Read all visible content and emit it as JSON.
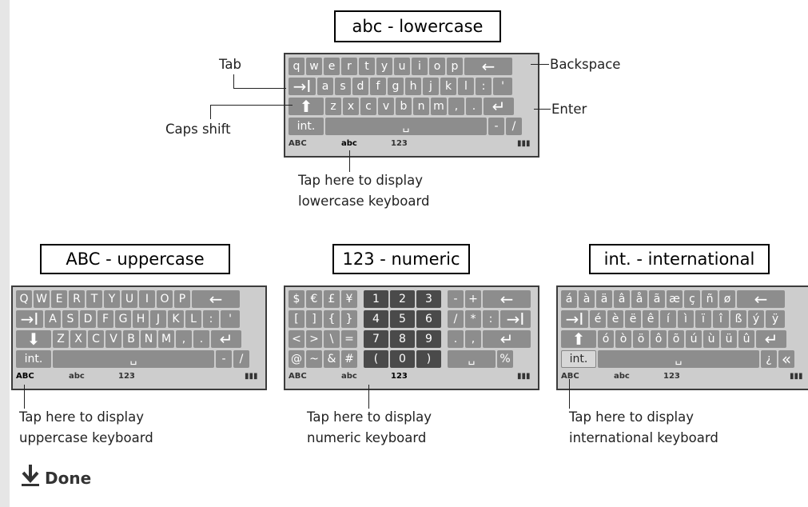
{
  "titles": {
    "lowercase": "abc - lowercase",
    "uppercase": "ABC - uppercase",
    "numeric": "123 - numeric",
    "international": "int. - international"
  },
  "callouts": {
    "tab": "Tab",
    "backspace": "Backspace",
    "enter": "Enter",
    "caps_shift": "Caps shift",
    "lowercase_line1": "Tap here to display",
    "lowercase_line2": "lowercase keyboard",
    "uppercase_line1": "Tap here to display",
    "uppercase_line2": "uppercase keyboard",
    "numeric_line1": "Tap here to display",
    "numeric_line2": "numeric keyboard",
    "international_line1": "Tap here to display",
    "international_line2": "international keyboard"
  },
  "mode_tabs": [
    "ABC",
    "abc",
    "123"
  ],
  "keyboards": {
    "lowercase": {
      "row1": [
        "q",
        "w",
        "e",
        "r",
        "t",
        "y",
        "u",
        "i",
        "o",
        "p",
        "←"
      ],
      "row2": [
        "→I",
        "a",
        "s",
        "d",
        "f",
        "g",
        "h",
        "j",
        "k",
        "l",
        ":",
        "'"
      ],
      "row3": [
        "⬆",
        "z",
        "x",
        "c",
        "v",
        "b",
        "n",
        "m",
        ",",
        ".",
        "↵"
      ],
      "row4": [
        "int.",
        "␣",
        "-",
        "/"
      ]
    },
    "uppercase": {
      "row1": [
        "Q",
        "W",
        "E",
        "R",
        "T",
        "Y",
        "U",
        "I",
        "O",
        "P",
        "←"
      ],
      "row2": [
        "→I",
        "A",
        "S",
        "D",
        "F",
        "G",
        "H",
        "J",
        "K",
        "L",
        ":",
        "'"
      ],
      "row3": [
        "⬇",
        "Z",
        "X",
        "C",
        "V",
        "B",
        "N",
        "M",
        ",",
        ".",
        "↵"
      ],
      "row4": [
        "int.",
        "␣",
        "-",
        "/"
      ]
    },
    "numeric": {
      "row1": [
        "$",
        "€",
        "£",
        "¥",
        "1",
        "2",
        "3",
        "-",
        "+",
        "←"
      ],
      "row2": [
        "[",
        "]",
        "{",
        "}",
        "4",
        "5",
        "6",
        "/",
        "*",
        ":",
        "→I"
      ],
      "row3": [
        "<",
        ">",
        "\\",
        "=",
        "7",
        "8",
        "9",
        ".",
        ",",
        "↵"
      ],
      "row4": [
        "@",
        "~",
        "&",
        "#",
        "(",
        "0",
        ")",
        "␣",
        "%"
      ]
    },
    "international": {
      "row1": [
        "á",
        "à",
        "ä",
        "â",
        "å",
        "ã",
        "æ",
        "ç",
        "ñ",
        "ø",
        "←"
      ],
      "row2": [
        "→I",
        "é",
        "è",
        "ë",
        "ê",
        "í",
        "ì",
        "ï",
        "î",
        "ß",
        "ý",
        "ÿ"
      ],
      "row3": [
        "⬆",
        "ó",
        "ò",
        "ö",
        "ô",
        "õ",
        "ú",
        "ù",
        "ü",
        "û",
        "↵"
      ],
      "row4": [
        "int.",
        "␣",
        "¿",
        "«"
      ]
    }
  },
  "done": "Done"
}
